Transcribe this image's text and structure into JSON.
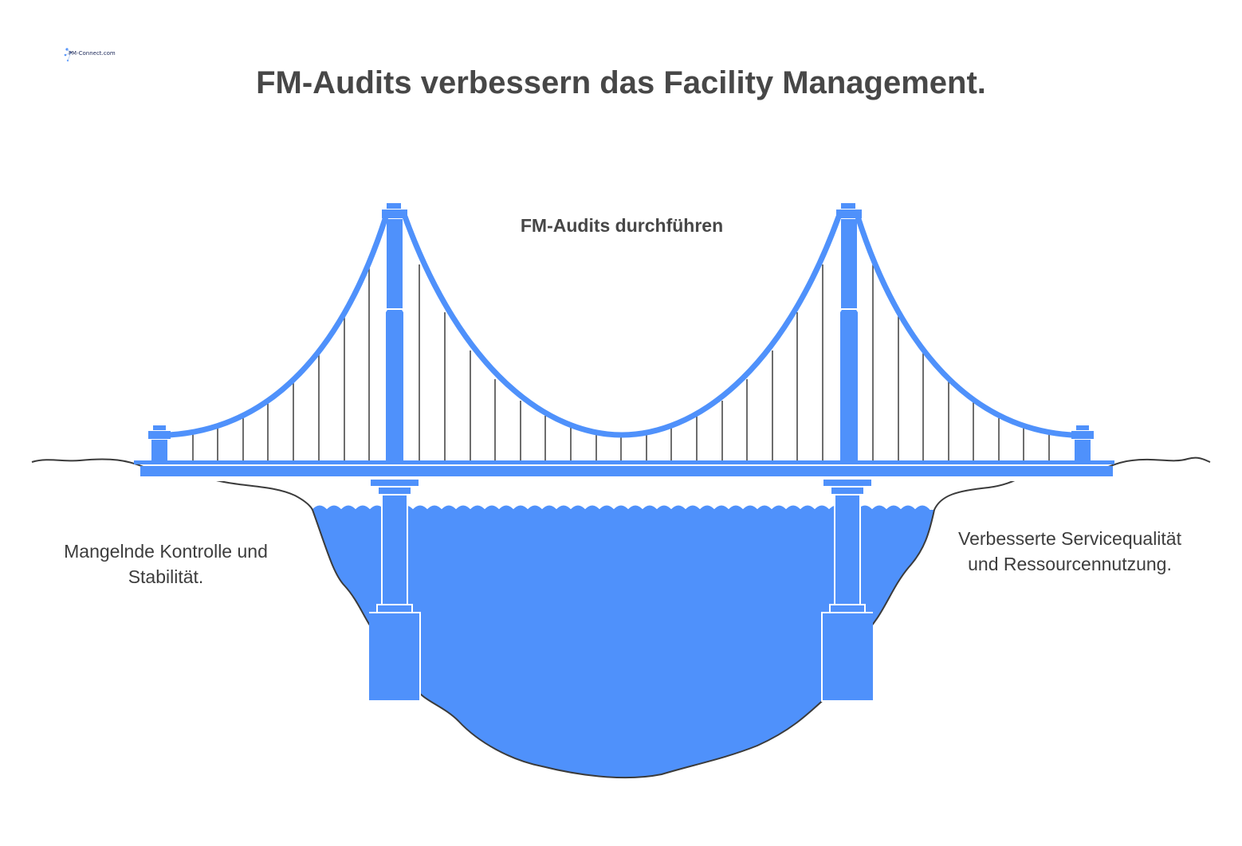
{
  "logo": {
    "text": "FM-Connect.com"
  },
  "title": "FM-Audits verbessern das Facility Management.",
  "bridge": {
    "label": "FM-Audits durchführen"
  },
  "left_side": {
    "text": "Mangelnde Kontrolle und Stabilität."
  },
  "right_side": {
    "text": "Verbesserte Servicequalität und Ressourcennutzung."
  },
  "colors": {
    "bridge": "#4f91fb",
    "water": "#4f91fb",
    "ground_outline": "#3b3b3b",
    "text": "#474747"
  }
}
